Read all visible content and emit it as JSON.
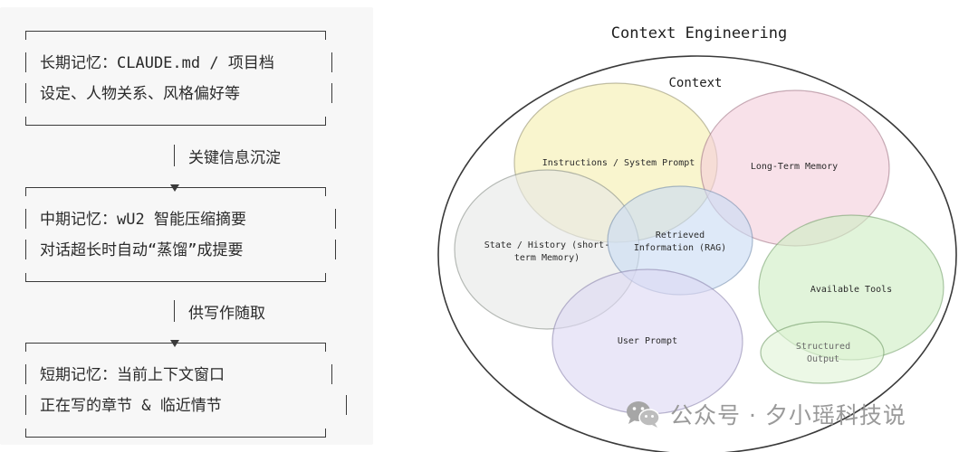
{
  "memory_stack": {
    "long_term": {
      "line1": "长期记忆：CLAUDE.md / 项目档",
      "line2": "设定、人物关系、风格偏好等"
    },
    "connector1": "关键信息沉淀",
    "mid_term": {
      "line1": "中期记忆：wU2 智能压缩摘要",
      "line2": "对话超长时自动“蒸馏”成提要"
    },
    "connector2": "供写作随取",
    "short_term": {
      "line1": "短期记忆：当前上下文窗口",
      "line2": "正在写的章节 & 临近情节"
    }
  },
  "diagram": {
    "title": "Context Engineering",
    "outer_label": "Context",
    "circles": {
      "instructions": "Instructions / System Prompt",
      "long_term_memory": "Long-Term Memory",
      "retrieved_line1": "Retrieved",
      "retrieved_line2": "Information (RAG)",
      "state_line1": "State / History (short-",
      "state_line2": "term Memory)",
      "available_tools": "Available Tools",
      "user_prompt": "User Prompt",
      "structured_line1": "Structured",
      "structured_line2": "Output"
    },
    "colors": {
      "instructions": "#f6efb0",
      "long_term_memory": "#f3cfdc",
      "retrieved": "#c9dcf4",
      "state": "#e6e9e6",
      "available_tools": "#cfeec4",
      "user_prompt": "#ddd8f4",
      "structured": "#dff3d6"
    }
  },
  "watermark": {
    "icon": "wechat-icon",
    "text": "公众号 · 夕小瑶科技说"
  }
}
